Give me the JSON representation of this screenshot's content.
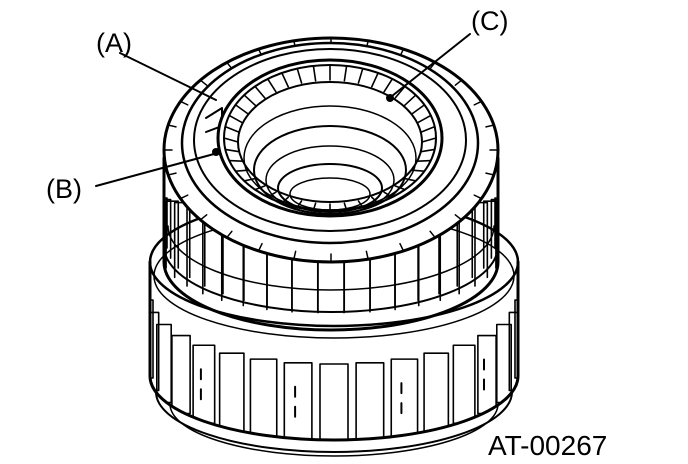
{
  "callouts": {
    "a": "(A)",
    "b": "(B)",
    "c": "(C)"
  },
  "figure_code": "AT-00267",
  "colors": {
    "ink": "#000000",
    "paper": "#ffffff"
  }
}
